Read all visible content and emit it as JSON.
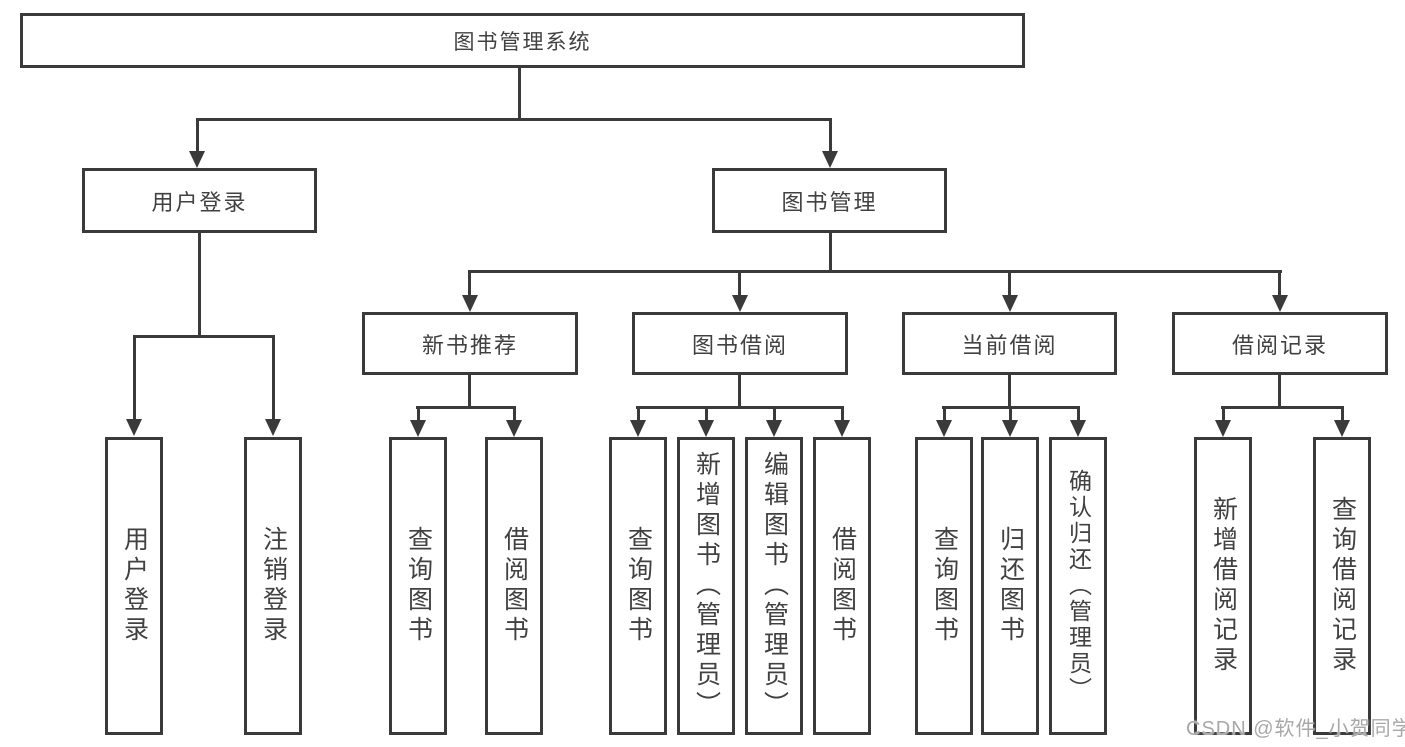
{
  "root": {
    "label": "图书管理系统"
  },
  "branches": {
    "user_login": {
      "label": "用户登录",
      "children": [
        "用户登录",
        "注销登录"
      ]
    },
    "book_mgmt": {
      "label": "图书管理",
      "sections": {
        "new_books": {
          "label": "新书推荐",
          "children": [
            "查询图书",
            "借阅图书"
          ]
        },
        "book_borrow": {
          "label": "图书借阅",
          "children": [
            "查询图书",
            "新增图书（管理员）",
            "编辑图书（管理员）",
            "借阅图书"
          ]
        },
        "current_borrow": {
          "label": "当前借阅",
          "children": [
            "查询图书",
            "归还图书",
            "确认归还（管理员）"
          ]
        },
        "borrow_records": {
          "label": "借阅记录",
          "children": [
            "新增借阅记录",
            "查询借阅记录"
          ]
        }
      }
    }
  },
  "watermark": {
    "text": "CSDN @软件_小贺同学"
  },
  "colors": {
    "line": "#3a3a3a",
    "text": "#414141",
    "watermark": "#a8a8a8",
    "background": "#ffffff"
  }
}
